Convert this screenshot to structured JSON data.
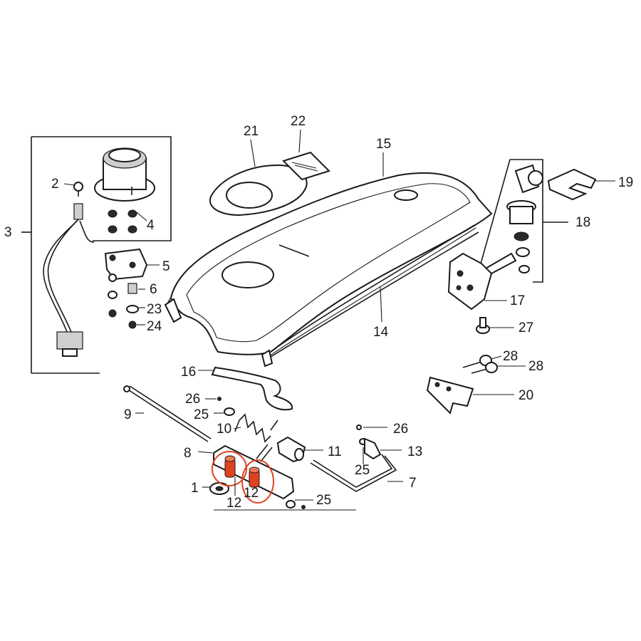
{
  "diagram": {
    "labels": [
      {
        "id": "3",
        "text": "3"
      },
      {
        "id": "2",
        "text": "2"
      },
      {
        "id": "4",
        "text": "4"
      },
      {
        "id": "5",
        "text": "5"
      },
      {
        "id": "6",
        "text": "6"
      },
      {
        "id": "23",
        "text": "23"
      },
      {
        "id": "24",
        "text": "24"
      },
      {
        "id": "21",
        "text": "21"
      },
      {
        "id": "22",
        "text": "22"
      },
      {
        "id": "15",
        "text": "15"
      },
      {
        "id": "14",
        "text": "14"
      },
      {
        "id": "16",
        "text": "16"
      },
      {
        "id": "19",
        "text": "19"
      },
      {
        "id": "18",
        "text": "18"
      },
      {
        "id": "17",
        "text": "17"
      },
      {
        "id": "27",
        "text": "27"
      },
      {
        "id": "28a",
        "text": "28"
      },
      {
        "id": "28b",
        "text": "28"
      },
      {
        "id": "20",
        "text": "20"
      },
      {
        "id": "9",
        "text": "9"
      },
      {
        "id": "26a",
        "text": "26"
      },
      {
        "id": "25a",
        "text": "25"
      },
      {
        "id": "10",
        "text": "10"
      },
      {
        "id": "8",
        "text": "8"
      },
      {
        "id": "11",
        "text": "11"
      },
      {
        "id": "1",
        "text": "1"
      },
      {
        "id": "12a",
        "text": "12"
      },
      {
        "id": "12b",
        "text": "12"
      },
      {
        "id": "25b",
        "text": "25"
      },
      {
        "id": "26b",
        "text": "26"
      },
      {
        "id": "13",
        "text": "13"
      },
      {
        "id": "25c",
        "text": "25"
      },
      {
        "id": "7",
        "text": "7"
      }
    ],
    "highlight_color": "#e0411f",
    "highlighted_parts": [
      "12"
    ]
  }
}
